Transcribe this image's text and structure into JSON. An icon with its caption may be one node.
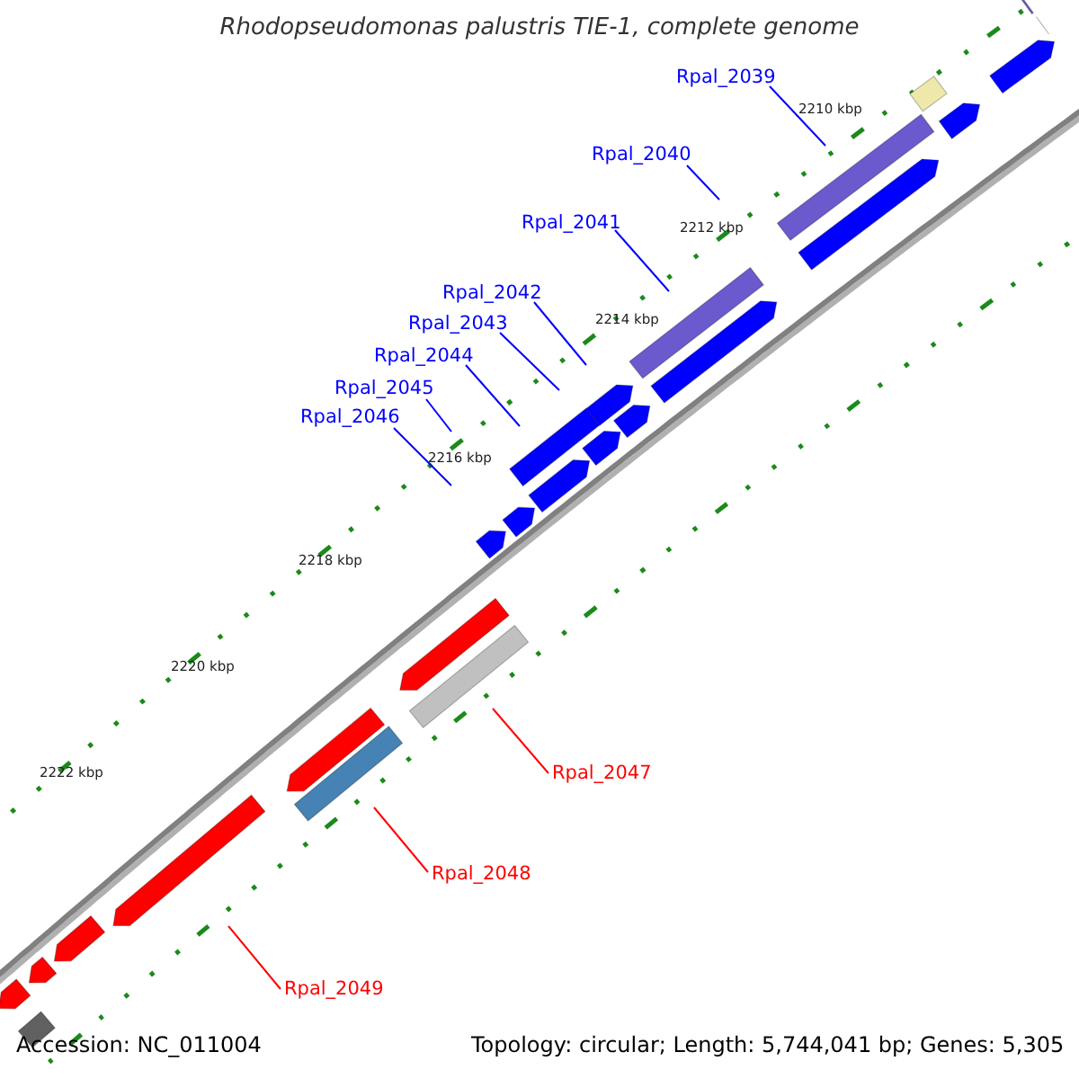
{
  "diagram": {
    "title": "Rhodopseudomonas palustris TIE-1, complete genome",
    "nodes": [
      {
        "text": [
          "Rpal_2039"
        ]
      },
      {
        "text": [
          "Rpal_2040"
        ]
      },
      {
        "text": [
          "Rpal_2041"
        ]
      },
      {
        "text": [
          "Rpal_2042"
        ]
      },
      {
        "text": [
          "Rpal_2043"
        ]
      },
      {
        "text": [
          "Rpal_2044"
        ]
      },
      {
        "text": [
          "Rpal_2045"
        ]
      },
      {
        "text": [
          "Rpal_2046"
        ]
      },
      {
        "text": [
          "Rpal_2047"
        ]
      },
      {
        "text": [
          "Rpal_2048"
        ]
      },
      {
        "text": [
          "Rpal_2049"
        ]
      }
    ],
    "edges": [
      {
        "from": 0,
        "to": null,
        "arrow": "none"
      },
      {
        "from": 1,
        "to": null,
        "arrow": "none"
      },
      {
        "from": 2,
        "to": null,
        "arrow": "none"
      },
      {
        "from": 3,
        "to": null,
        "arrow": "none"
      },
      {
        "from": 4,
        "to": null,
        "arrow": "none"
      },
      {
        "from": 5,
        "to": null,
        "arrow": "none"
      },
      {
        "from": 6,
        "to": null,
        "arrow": "none"
      },
      {
        "from": 7,
        "to": null,
        "arrow": "none"
      },
      {
        "from": 8,
        "to": null,
        "arrow": "none",
        "color": "#ff0000"
      },
      {
        "from": 9,
        "to": null,
        "arrow": "none",
        "color": "#ff0000"
      },
      {
        "from": 10,
        "to": null,
        "arrow": "none",
        "color": "#ff0000"
      }
    ],
    "labels": [
      "2210 kbp",
      "2212 kbp",
      "2214 kbp",
      "2216 kbp",
      "2218 kbp",
      "2220 kbp",
      "2222 kbp",
      "Accession: NC_011004",
      "Topology: circular; Length: 5,744,041 bp; Genes: 5,305"
    ]
  }
}
